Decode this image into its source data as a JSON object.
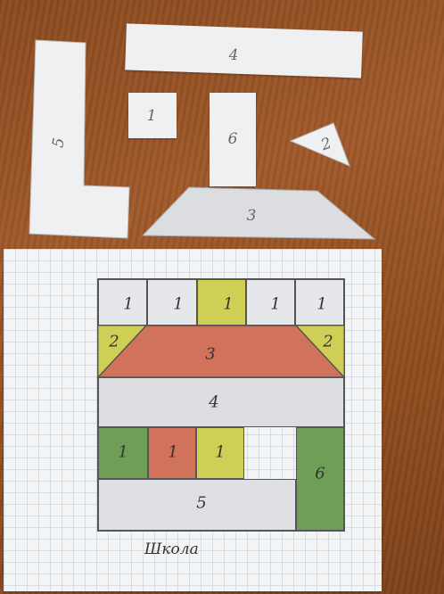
{
  "cutouts": {
    "piece_4": "4",
    "piece_5": "5",
    "piece_1": "1",
    "piece_6": "6",
    "piece_2": "2",
    "piece_3": "3"
  },
  "drawing": {
    "row1": [
      "1",
      "1",
      "1",
      "1",
      "1"
    ],
    "left_2": "2",
    "trap_3": "3",
    "right_2": "2",
    "band_4": "4",
    "win_1a": "1",
    "win_1b": "1",
    "win_1c": "1",
    "door_6": "6",
    "base_5": "5",
    "caption": "Школа"
  },
  "colors": {
    "wood": "#8a4a1e",
    "paper": "#f3f4f6",
    "yellow": "#cfcf55",
    "red": "#d0735a",
    "green": "#6f9f57"
  }
}
